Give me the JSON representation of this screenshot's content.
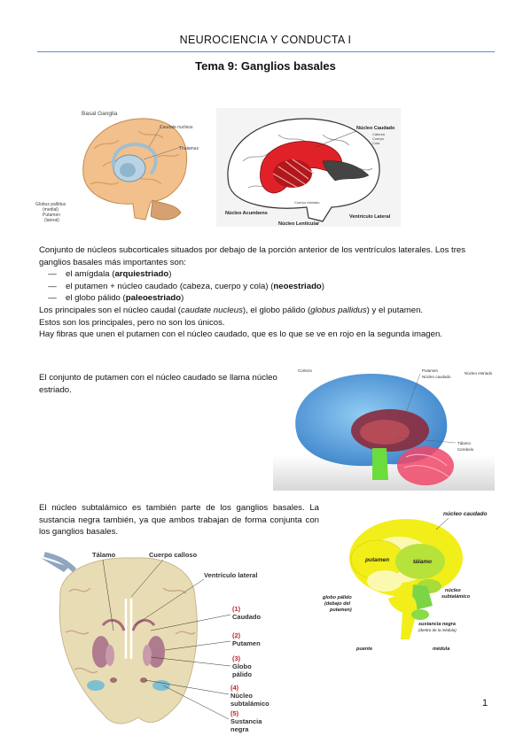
{
  "header": "NEUROCIENCIA Y CONDUCTA I",
  "title": "Tema 9: Ganglios basales",
  "paragraph1": {
    "intro": "Conjunto de núcleos subcorticales situados por debajo de la porción anterior de los ventrículos laterales. Los tres ganglios basales más importantes son:",
    "bullets": [
      {
        "text": "el amígdala (",
        "bold": "arquiestriado",
        "end": ")"
      },
      {
        "text": "el putamen + núcleo caudado (cabeza, cuerpo y cola) (",
        "bold": "neoestriado",
        "end": ")"
      },
      {
        "text": "el globo pálido (",
        "bold": "paleoestriado",
        "end": ")"
      }
    ],
    "line1_a": "Los principales son el núcleo caudal (",
    "line1_i1": "caudate nucleus",
    "line1_b": "), el globo pálido (",
    "line1_i2": "globus pallidus",
    "line1_c": ") y el putamen.",
    "line2": "Estos son los principales, pero no son los únicos.",
    "line3": "Hay fibras que unen el putamen con el núcleo caudado, que es lo que se ve en rojo en la segunda imagen."
  },
  "paragraph2": "El conjunto de putamen con el núcleo caudado se llama núcleo estriado.",
  "paragraph3": "El núcleo subtalámico es también parte de los ganglios basales. La sustancia negra también, ya que ambos trabajan de forma conjunta con los ganglios basales.",
  "page_number": "1",
  "figure1": {
    "title": "Basal Ganglia",
    "labels": [
      "Caudate nucleus",
      "Thalamus",
      "Globus pallidus",
      "(medial)",
      "Putamen",
      "(lateral)"
    ]
  },
  "figure2": {
    "labels": [
      "Núcleo Caudado",
      "Cabeza",
      "Cuerpo",
      "Cola",
      "Núcleo Acumbens",
      "Cuerpo estriado",
      "Ventrículo Lateral",
      "Núcleo Lenticular"
    ]
  },
  "figure3": {
    "labels": [
      "Corteza",
      "Putamen",
      "Núcleo caudado",
      "Núcleo estriado",
      "Tálamo",
      "Cerebelo"
    ]
  },
  "figure4": {
    "labels": [
      "núcleo caudado",
      "putamen",
      "tálamo",
      "globo pálido",
      "(debajo del",
      "putamen)",
      "núcleo",
      "subtalámico",
      "sustancia negra",
      "(dentro de la médula)",
      "puente",
      "médula"
    ]
  },
  "figure5": {
    "labels": [
      "Tálamo",
      "Cuerpo calloso",
      "Ventrículo lateral",
      "(1)",
      "Caudado",
      "(2)",
      "Putamen",
      "(3)",
      "Globo",
      "pálido",
      "(4)",
      "Núcleo",
      "subtalámico",
      "(5)",
      "Sustancia",
      "negra"
    ]
  },
  "colors": {
    "rule": "#5b8fd0",
    "red_label": "#c0262b",
    "yellow": "#f2ee1a"
  }
}
